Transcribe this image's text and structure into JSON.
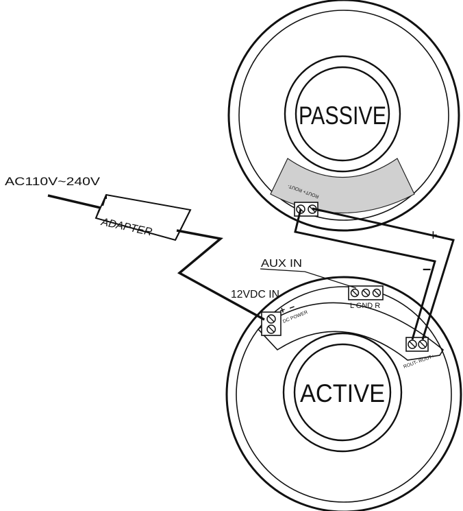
{
  "speakers": {
    "passive": {
      "label": "PASSIVE",
      "terminal_text": "ROUT+ ROUT-"
    },
    "active": {
      "label": "ACTIVE",
      "power_terminal_text": "DC POWER",
      "out_terminal_text": "ROUT- ROUT+"
    }
  },
  "adapter": {
    "label": "ADAPTER"
  },
  "labels": {
    "ac_input": "AC110V~240V",
    "dc_input": "12VDC IN",
    "aux_in": "AUX IN",
    "aux_terminals": "L GND R",
    "plus": "+",
    "minus": "–",
    "power_plus": "+",
    "power_minus": "–"
  }
}
